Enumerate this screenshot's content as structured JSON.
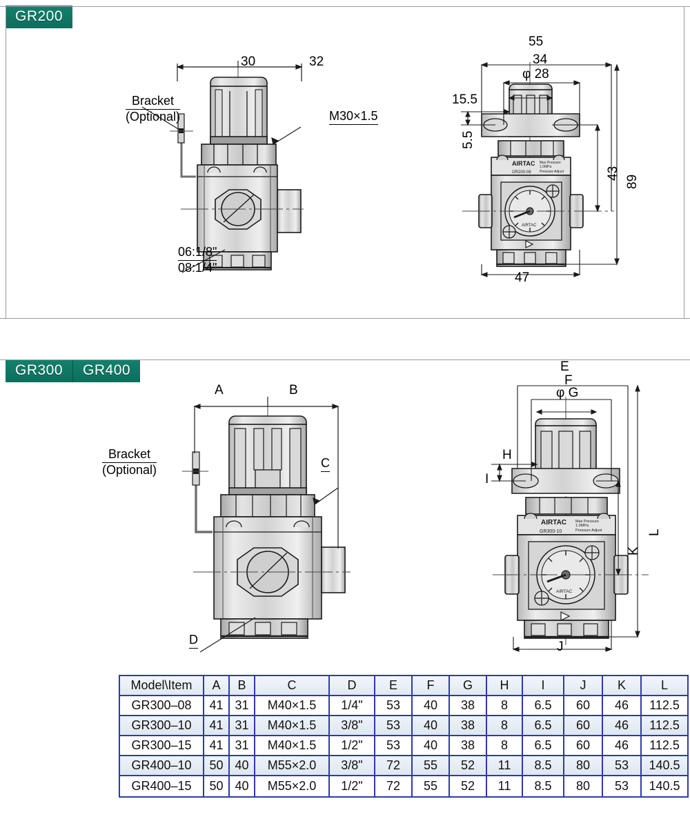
{
  "sections": [
    {
      "id": "gr200",
      "tabs": [
        "GR200"
      ],
      "front_view": {
        "dims": [
          {
            "label": "30"
          },
          {
            "label": "32"
          }
        ],
        "callouts": [
          {
            "line1": "Bracket",
            "line2": "(Optional)"
          },
          {
            "line1": "M30×1.5"
          },
          {
            "line1": "06:1/8\"",
            "line2": "08:1/4\""
          }
        ]
      },
      "side_view": {
        "dims": [
          "55",
          "34",
          "φ 28",
          "15.5",
          "5.5",
          "43",
          "89",
          "47"
        ],
        "body_label_brand": "AIRTAC",
        "body_label_model": "GR200-08"
      }
    },
    {
      "id": "gr300-gr400",
      "tabs": [
        "GR300",
        "GR400"
      ],
      "front_view": {
        "dims": [
          "A",
          "B",
          "C",
          "D"
        ],
        "callouts": [
          {
            "line1": "Bracket",
            "line2": "(Optional)"
          }
        ]
      },
      "side_view": {
        "dims": [
          "E",
          "F",
          "φ G",
          "H",
          "I",
          "J",
          "K",
          "L"
        ],
        "body_label_brand": "AIRTAC",
        "body_label_model": "GR300-10"
      }
    }
  ],
  "table": {
    "headers": [
      "Model\\Item",
      "A",
      "B",
      "C",
      "D",
      "E",
      "F",
      "G",
      "H",
      "I",
      "J",
      "K",
      "L"
    ],
    "rows": [
      [
        "GR300–08",
        "41",
        "31",
        "M40×1.5",
        "1/4\"",
        "53",
        "40",
        "38",
        "8",
        "6.5",
        "60",
        "46",
        "112.5"
      ],
      [
        "GR300–10",
        "41",
        "31",
        "M40×1.5",
        "3/8\"",
        "53",
        "40",
        "38",
        "8",
        "6.5",
        "60",
        "46",
        "112.5"
      ],
      [
        "GR300–15",
        "41",
        "31",
        "M40×1.5",
        "1/2\"",
        "53",
        "40",
        "38",
        "8",
        "6.5",
        "60",
        "46",
        "112.5"
      ],
      [
        "GR400–10",
        "50",
        "40",
        "M55×2.0",
        "3/8\"",
        "72",
        "55",
        "52",
        "11",
        "8.5",
        "80",
        "53",
        "140.5"
      ],
      [
        "GR400–15",
        "50",
        "40",
        "M55×2.0",
        "1/2\"",
        "72",
        "55",
        "52",
        "11",
        "8.5",
        "80",
        "53",
        "140.5"
      ]
    ]
  },
  "colors": {
    "tab_teal": "#12816d",
    "table_border": "#2e39ad",
    "rule_gray": "#9a9a9a",
    "metal_light": "#e9e9e9",
    "metal_mid": "#c9c9c9",
    "metal_dark": "#9d9d9d",
    "line": "#1a1a1a"
  }
}
